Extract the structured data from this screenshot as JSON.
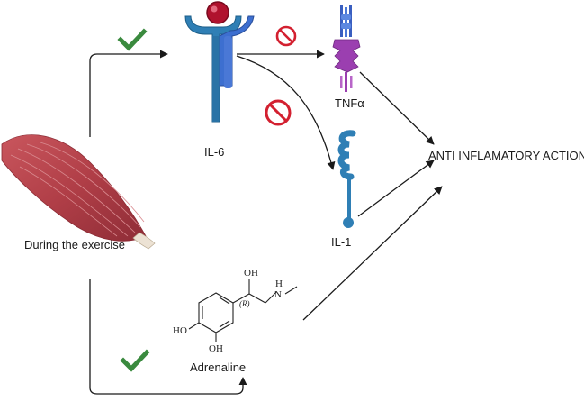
{
  "labels": {
    "il6": "IL-6",
    "tnf": "TNFα",
    "il1": "IL-1",
    "exercise": "During the exercise",
    "action": "ANTI INFLAMATORY ACTION",
    "adrenaline": "Adrenaline"
  },
  "molecule": {
    "oh_top": "OH",
    "nh": "N",
    "h": "H",
    "stereo": "(R)",
    "ho": "HO",
    "oh_bottom": "OH"
  },
  "icons": {
    "check": "check-icon",
    "inhibit": "prohibited-icon",
    "muscle": "muscle-illustration",
    "il6_receptor": "il6-receptor-icon",
    "tnf_receptor": "tnf-receptor-icon",
    "il1_receptor": "il1-receptor-icon"
  },
  "colors": {
    "check_green": "#3a8a3e",
    "inhibit_red": "#d32030",
    "receptor_blue": "#2f7fb5",
    "ligand_red": "#b0122e",
    "tnf_purple": "#9b3fb0",
    "muscle_red": "#b5434c",
    "arrow": "#1a1a1a"
  }
}
